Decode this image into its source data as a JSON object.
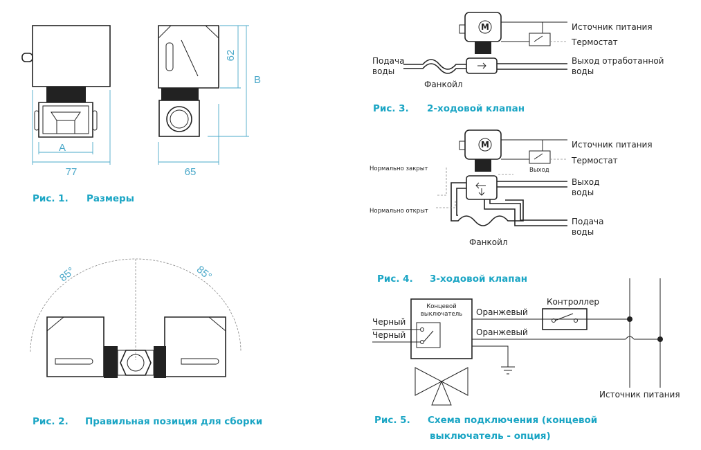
{
  "figures": {
    "fig1": {
      "num": "Рис. 1.",
      "title": "Размеры",
      "dim_a": "A",
      "dim_77": "77",
      "dim_65": "65",
      "dim_62": "62",
      "dim_b": "B"
    },
    "fig2": {
      "num": "Рис. 2.",
      "title": "Правильная позиция для сборки",
      "angle_left": "85°",
      "angle_right": "85°"
    },
    "fig3": {
      "num": "Рис. 3.",
      "title": "2-ходовой клапан",
      "power": "Источник питания",
      "thermostat": "Термостат",
      "supply_1": "Подача",
      "supply_2": "воды",
      "fancoil": "Фанкойл",
      "exhaust_1": "Выход отработанной",
      "exhaust_2": "воды",
      "motor": "M"
    },
    "fig4": {
      "num": "Рис. 4.",
      "title": "3-ходовой клапан",
      "power": "Источник питания",
      "thermostat": "Термостат",
      "nc": "Нормально закрыт",
      "no": "Нормально открыт",
      "out_small": "Выход",
      "out_1": "Выход",
      "out_2": "воды",
      "supply_1": "Подача",
      "supply_2": "воды",
      "fancoil": "Фанкойл",
      "motor": "M"
    },
    "fig5": {
      "num": "Рис. 5.",
      "title_1": "Схема подключения (концевой",
      "title_2": "выключатель - опция)",
      "limit_1": "Концевой",
      "limit_2": "выключатель",
      "black_1": "Черный",
      "black_2": "Черный",
      "orange_1": "Оранжевый",
      "orange_2": "Оранжевый",
      "controller": "Контроллер",
      "power": "Источник питания"
    }
  }
}
